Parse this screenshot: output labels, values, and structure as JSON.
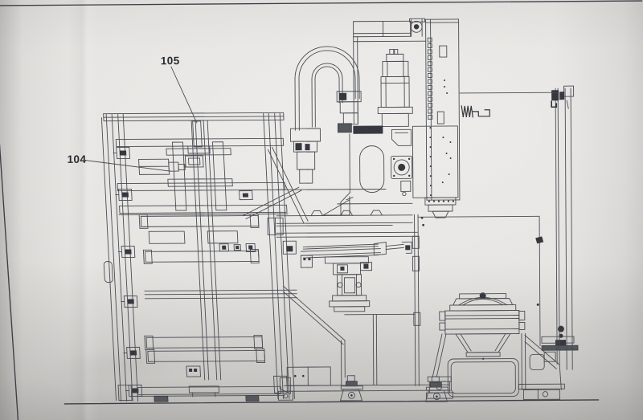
{
  "sheet": {
    "kind": "photographed engineering drawing",
    "view": "side elevation of vertical machining center with pallet rack, transfer beam, load station and guide rail"
  },
  "callouts": [
    {
      "label": "105",
      "target": "rack-mast-top-shaft"
    },
    {
      "label": "104",
      "target": "carriage-drive-motor"
    }
  ],
  "colors": {
    "paper": "#e6e4e1",
    "paper_shadow": "#bcbab7",
    "ink": "#494c52",
    "ink_dark": "#35383e",
    "callout_text": "#292b2f"
  }
}
